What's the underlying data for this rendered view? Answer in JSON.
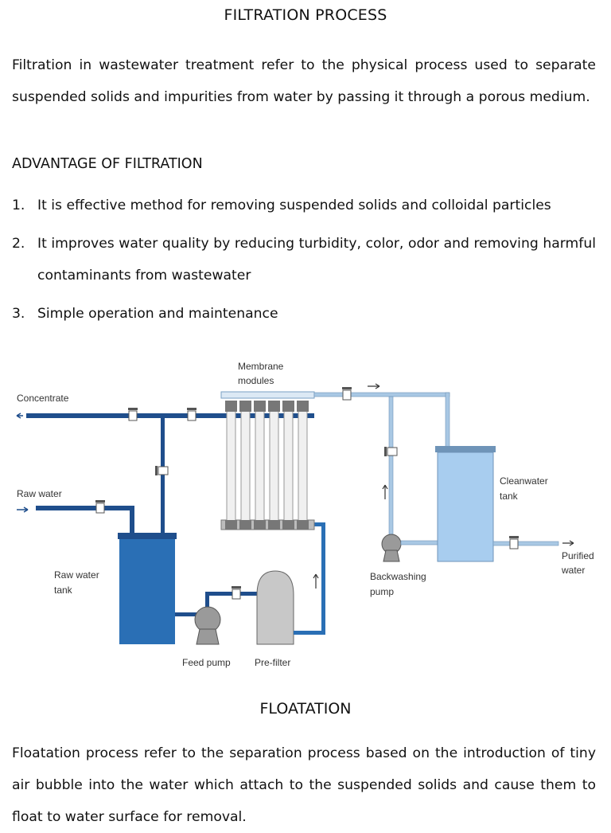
{
  "document": {
    "title": "FILTRATION PROCESS",
    "intro": "Filtration in wastewater treatment refer to the physical process used to separate suspended solids and impurities from water by passing it through a porous medium.",
    "advantage_heading": "ADVANTAGE OF FILTRATION",
    "advantages": [
      {
        "num": "1.",
        "text": "It is effective method for removing suspended solids and colloidal particles"
      },
      {
        "num": "2.",
        "text": "It improves water quality by reducing turbidity, color, odor and removing harmful contaminants from wastewater"
      },
      {
        "num": "3.",
        "text": "Simple operation and maintenance"
      }
    ],
    "diagram_labels": {
      "membrane": "Membrane",
      "modules": "modules",
      "concentrate": "Concentrate",
      "raw_water": "Raw water",
      "raw_water_tank_1": "Raw water",
      "raw_water_tank_2": "tank",
      "feed_pump": "Feed pump",
      "pre_filter": "Pre-filter",
      "cleanwater_1": "Cleanwater",
      "cleanwater_2": "tank",
      "backwashing_1": "Backwashing",
      "backwashing_2": "pump",
      "purified_1": "Purified",
      "purified_2": "water"
    },
    "section2_title": "FLOATATION",
    "section2_text": "Floatation process refer to the separation process based on the introduction of tiny air bubble into the water which attach to the suspended solids and cause them to float to water surface for removal."
  },
  "colors": {
    "dark_pipe": "#1f4e8c",
    "light_pipe": "#a9c8e4",
    "raw_tank": "#2a6fb5",
    "clean_tank": "#a8cdef",
    "pump_grey": "#9a9a9a"
  }
}
